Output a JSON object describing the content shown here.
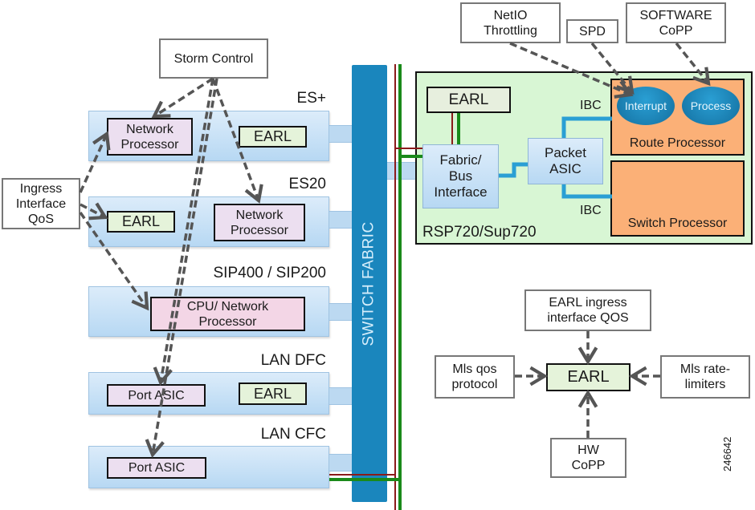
{
  "switch_fabric": {
    "label": "SWITCH FABRIC"
  },
  "linecards": [
    {
      "name": "ES+",
      "components": [
        "Network\nProcessor",
        "EARL"
      ]
    },
    {
      "name": "ES20",
      "components": [
        "EARL",
        "Network\nProcessor"
      ]
    },
    {
      "name": "SIP400 / SIP200",
      "components": [
        "CPU/ Network\nProcessor"
      ]
    },
    {
      "name": "LAN DFC",
      "components": [
        "Port ASIC",
        "EARL"
      ]
    },
    {
      "name": "LAN CFC",
      "components": [
        "Port ASIC"
      ]
    }
  ],
  "left_features": {
    "storm_control": "Storm Control",
    "ingress_qos": "Ingress\nInterface\nQoS"
  },
  "top_features": {
    "netio": "NetIO\nThrottling",
    "spd": "SPD",
    "software_copp": "SOFTWARE\nCoPP"
  },
  "supervisor": {
    "name": "RSP720/Sup720",
    "earl": "EARL",
    "fabric_bus": "Fabric/\nBus\nInterface",
    "packet_asic": "Packet\nASIC",
    "ibc_top": "IBC",
    "ibc_bottom": "IBC",
    "route_processor": "Route Processor",
    "switch_processor": "Switch Processor",
    "interrupt": "Interrupt",
    "process": "Process"
  },
  "earl_cluster": {
    "center": "EARL",
    "top": "EARL ingress\ninterface  QOS",
    "left": "Mls qos\nprotocol",
    "right": "Mls rate-\nlimiters",
    "bottom": "HW\nCoPP"
  },
  "figure_id": "246642",
  "colors": {
    "fabric": "#1a86bd",
    "green_bus": "#1a8a1a",
    "red_bus": "#8b1a1a",
    "supervisor_bg": "#d8f6d4",
    "processor": "#fbb077",
    "arrow": "#555555"
  }
}
